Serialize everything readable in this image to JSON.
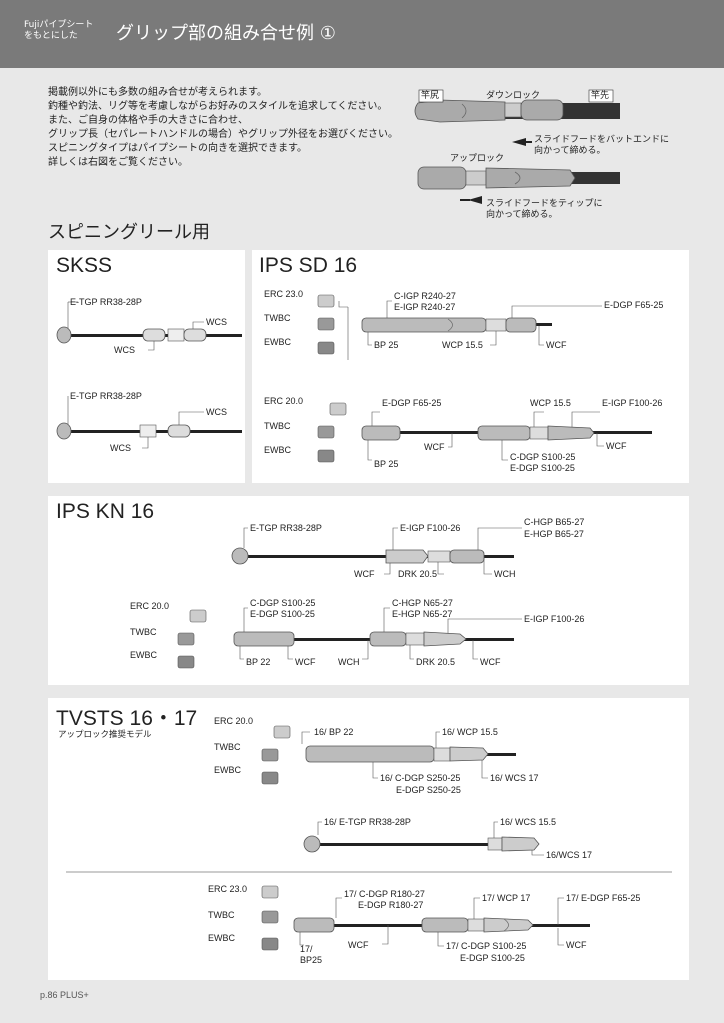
{
  "header": {
    "subtitle_line1": "Fujiパイプシート",
    "subtitle_line2": "をもとにした",
    "title": "グリップ部の組み合せ例 ①"
  },
  "intro": [
    "掲載例以外にも多数の組み合せが考えられます。",
    "釣種や釣法、リグ等を考慮しながらお好みのスタイルを追求してください。",
    "また、ご自身の体格や手の大きさに合わせ、",
    "グリップ長（セパレートハンドルの場合）やグリップ外径をお選びください。",
    "スピニングタイプはパイプシートの向きを選択できます。",
    "詳しくは右図をご覧ください。"
  ],
  "lock_diagram": {
    "butt": "竿尻",
    "tip": "竿先",
    "down_lock": "ダウンロック",
    "down_note1": "スライドフードをバットエンドに",
    "down_note2": "向かって締める。",
    "up_lock": "アップロック",
    "up_note1": "スライドフードをティップに",
    "up_note2": "向かって締める。"
  },
  "section_title": "スピニングリール用",
  "skss": {
    "title": "SKSS",
    "a_top": "E-TGP RR38-28P",
    "a_wcs_right": "WCS",
    "a_wcs_bottom": "WCS",
    "b_top": "E-TGP RR38-28P",
    "b_wcs_right": "WCS",
    "b_wcs_bottom": "WCS"
  },
  "ipssd": {
    "title": "IPS SD 16",
    "a_erc": "ERC 23.0",
    "a_twbc": "TWBC",
    "a_ewbc": "EWBC",
    "a_c_igp": "C-IGP R240-27",
    "a_e_igp": "E-IGP R240-27",
    "a_e_dgp": "E-DGP F65-25",
    "a_bp": "BP 25",
    "a_wcp": "WCP 15.5",
    "a_wcf": "WCF",
    "b_erc": "ERC 20.0",
    "b_twbc": "TWBC",
    "b_ewbc": "EWBC",
    "b_e_dgp": "E-DGP F65-25",
    "b_wcp": "WCP 15.5",
    "b_e_igp": "E-IGP F100-26",
    "b_bp": "BP 25",
    "b_wcf1": "WCF",
    "b_c_dgp": "C-DGP S100-25",
    "b_e_dgp2": "E-DGP S100-25",
    "b_wcf2": "WCF"
  },
  "ipskn": {
    "title": "IPS KN 16",
    "a_etgp": "E-TGP RR38-28P",
    "a_eigp": "E-IGP F100-26",
    "a_chgp": "C-HGP B65-27",
    "a_ehgp": "E-HGP B65-27",
    "a_wcf": "WCF",
    "a_drk": "DRK 20.5",
    "a_wch": "WCH",
    "b_erc": "ERC 20.0",
    "b_twbc": "TWBC",
    "b_ewbc": "EWBC",
    "b_cdgp": "C-DGP S100-25",
    "b_edgp": "E-DGP S100-25",
    "b_chgp": "C-HGP N65-27",
    "b_ehgp": "E-HGP N65-27",
    "b_eigp": "E-IGP F100-26",
    "b_bp": "BP 22",
    "b_wcf1": "WCF",
    "b_wch": "WCH",
    "b_drk": "DRK 20.5",
    "b_wcf2": "WCF"
  },
  "tvsts": {
    "title": "TVSTS 16・17",
    "subtitle": "アップロック推奨モデル",
    "a_erc": "ERC 20.0",
    "a_twbc": "TWBC",
    "a_ewbc": "EWBC",
    "a_bp": "16/ BP 22",
    "a_wcp": "16/ WCP 15.5",
    "a_cdgp": "16/ C-DGP S250-25",
    "a_edgp": "E-DGP S250-25",
    "a_wcs": "16/ WCS 17",
    "b_etgp": "16/ E-TGP RR38-28P",
    "b_wcs": "16/ WCS 15.5",
    "b_wcs2": "16/WCS 17",
    "c_erc": "ERC 23.0",
    "c_twbc": "TWBC",
    "c_ewbc": "EWBC",
    "c_cdgp": "17/ C-DGP R180-27",
    "c_edgp": "E-DGP R180-27",
    "c_wcp": "17/ WCP 17",
    "c_edgp2": "17/ E-DGP F65-25",
    "c_bp_a": "17/",
    "c_bp_b": "BP25",
    "c_wcf": "WCF",
    "c_cdgp2": "17/ C-DGP S100-25",
    "c_edgp3": "E-DGP S100-25",
    "c_wcf2": "WCF"
  },
  "footer": "p.86   PLUS+"
}
